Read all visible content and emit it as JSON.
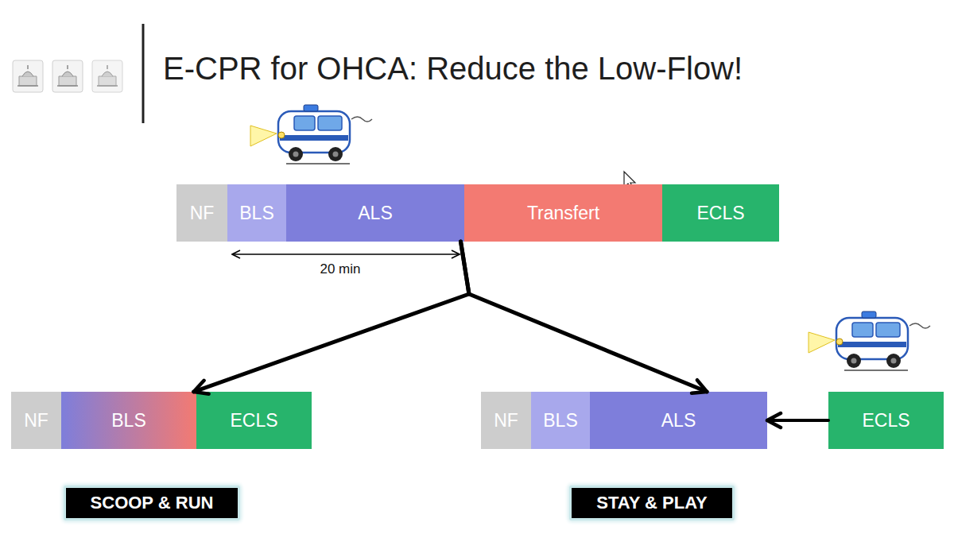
{
  "diagram": {
    "title": "E-CPR for OHCA: Reduce the Low-Flow!",
    "nodes": [
      {
        "text": [
          "NF"
        ]
      },
      {
        "text": [
          "BLS"
        ]
      },
      {
        "text": [
          "ALS"
        ]
      },
      {
        "text": [
          "Transfert"
        ]
      },
      {
        "text": [
          "ECLS"
        ]
      },
      {
        "text": [
          "NF"
        ]
      },
      {
        "text": [
          "BLS"
        ]
      },
      {
        "text": [
          "ECLS"
        ]
      },
      {
        "text": [
          "NF"
        ]
      },
      {
        "text": [
          "BLS"
        ]
      },
      {
        "text": [
          "ALS"
        ]
      },
      {
        "text": [
          "ECLS"
        ]
      },
      {
        "text": [
          "SCOOP & RUN"
        ]
      },
      {
        "text": [
          "STAY & PLAY"
        ]
      }
    ],
    "edges": [
      {
        "from": 2,
        "to": 6,
        "arrow": "to"
      },
      {
        "from": 2,
        "to": 10,
        "arrow": "to"
      },
      {
        "from": 11,
        "to": 10,
        "arrow": "to"
      }
    ],
    "labels": [
      "20 min"
    ]
  }
}
